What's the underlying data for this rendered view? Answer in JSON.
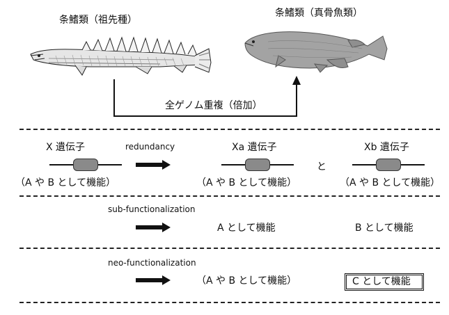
{
  "top": {
    "ancestor_label": "条鰭類（祖先種）",
    "teleost_label": "条鰭類（真骨魚類）",
    "wgd_label": "全ゲノム重複（倍加）"
  },
  "redundancy": {
    "x_gene": "X 遺伝子",
    "process": "redundancy",
    "xa_gene": "Xa 遺伝子",
    "conj": "と",
    "xb_gene": "Xb 遺伝子",
    "function_ab": "（A や B として機能）"
  },
  "sub": {
    "process": "sub-functionalization",
    "xa_function": "A として機能",
    "xb_function": "B として機能"
  },
  "neo": {
    "process": "neo-functionalization",
    "xa_function": "（A や B として機能）",
    "xb_function": "C として機能"
  },
  "colors": {
    "gene_box": "#8a8a8a",
    "line": "#111111",
    "fish_body": "#9a9a9a"
  }
}
